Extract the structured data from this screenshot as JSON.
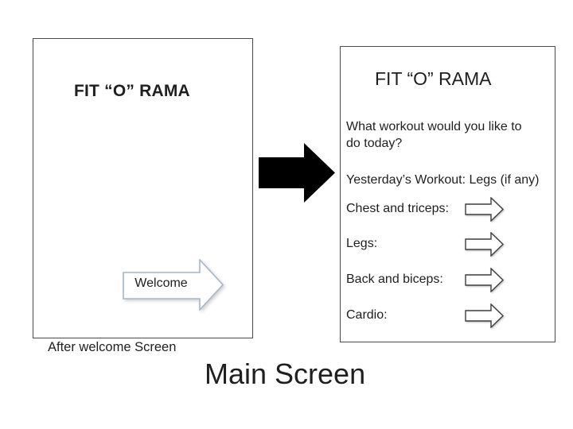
{
  "slide": {
    "title": "Main Screen",
    "caption": "After welcome Screen"
  },
  "welcome_screen": {
    "title": "FIT “O” RAMA",
    "button_label": "Welcome"
  },
  "main_screen": {
    "title": "FIT “O” RAMA",
    "question": "What workout would you like to do today?",
    "yesterday_line": "Yesterday’s Workout: Legs (if any)",
    "rows": [
      {
        "label": "Chest and triceps:"
      },
      {
        "label": "Legs:"
      },
      {
        "label": "Back and biceps:"
      },
      {
        "label": "Cardio:"
      }
    ]
  },
  "icons": {
    "welcome_button": "right-block-arrow-icon",
    "menu_option": "right-block-arrow-icon",
    "transition": "solid-right-arrow-icon"
  },
  "colors": {
    "box_border": "#4a4a4a",
    "text": "#1f1f1f",
    "transition_arrow": "#000000",
    "welcome_arrow_stroke": "#a9b5c6",
    "menu_arrow_stroke": "#3f3f3f",
    "arrow_fill": "#ffffff",
    "background": "#ffffff"
  }
}
